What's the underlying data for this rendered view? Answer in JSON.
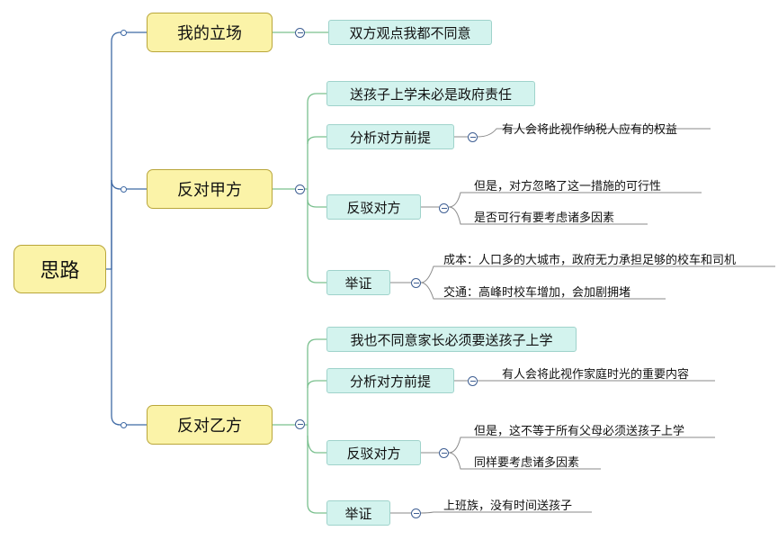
{
  "root": {
    "label": "思路"
  },
  "branches": [
    {
      "label": "我的立场",
      "children": [
        {
          "label": "双方观点我都不同意",
          "details": []
        }
      ]
    },
    {
      "label": "反对甲方",
      "children": [
        {
          "label": "送孩子上学未必是政府责任",
          "details": []
        },
        {
          "label": "分析对方前提",
          "details": [
            "有人会将此视作纳税人应有的权益"
          ]
        },
        {
          "label": "反驳对方",
          "details": [
            "但是，对方忽略了这一措施的可行性",
            "是否可行有要考虑诸多因素"
          ]
        },
        {
          "label": "举证",
          "details": [
            "成本：人口多的大城市，政府无力承担足够的校车和司机",
            "交通：高峰时校车增加，会加剧拥堵"
          ]
        }
      ]
    },
    {
      "label": "反对乙方",
      "children": [
        {
          "label": "我也不同意家长必须要送孩子上学",
          "details": []
        },
        {
          "label": "分析对方前提",
          "details": [
            "有人会将此视作家庭时光的重要内容"
          ]
        },
        {
          "label": "反驳对方",
          "details": [
            "但是，这不等于所有父母必须送孩子上学",
            "同样要考虑诸多因素"
          ]
        },
        {
          "label": "举证",
          "details": [
            "上班族，没有时间送孩子"
          ]
        }
      ]
    }
  ],
  "colors": {
    "connector_root": "#3f6aa5",
    "connector_branch": "#7ac08e",
    "connector_leaf": "#8a8a8a"
  }
}
